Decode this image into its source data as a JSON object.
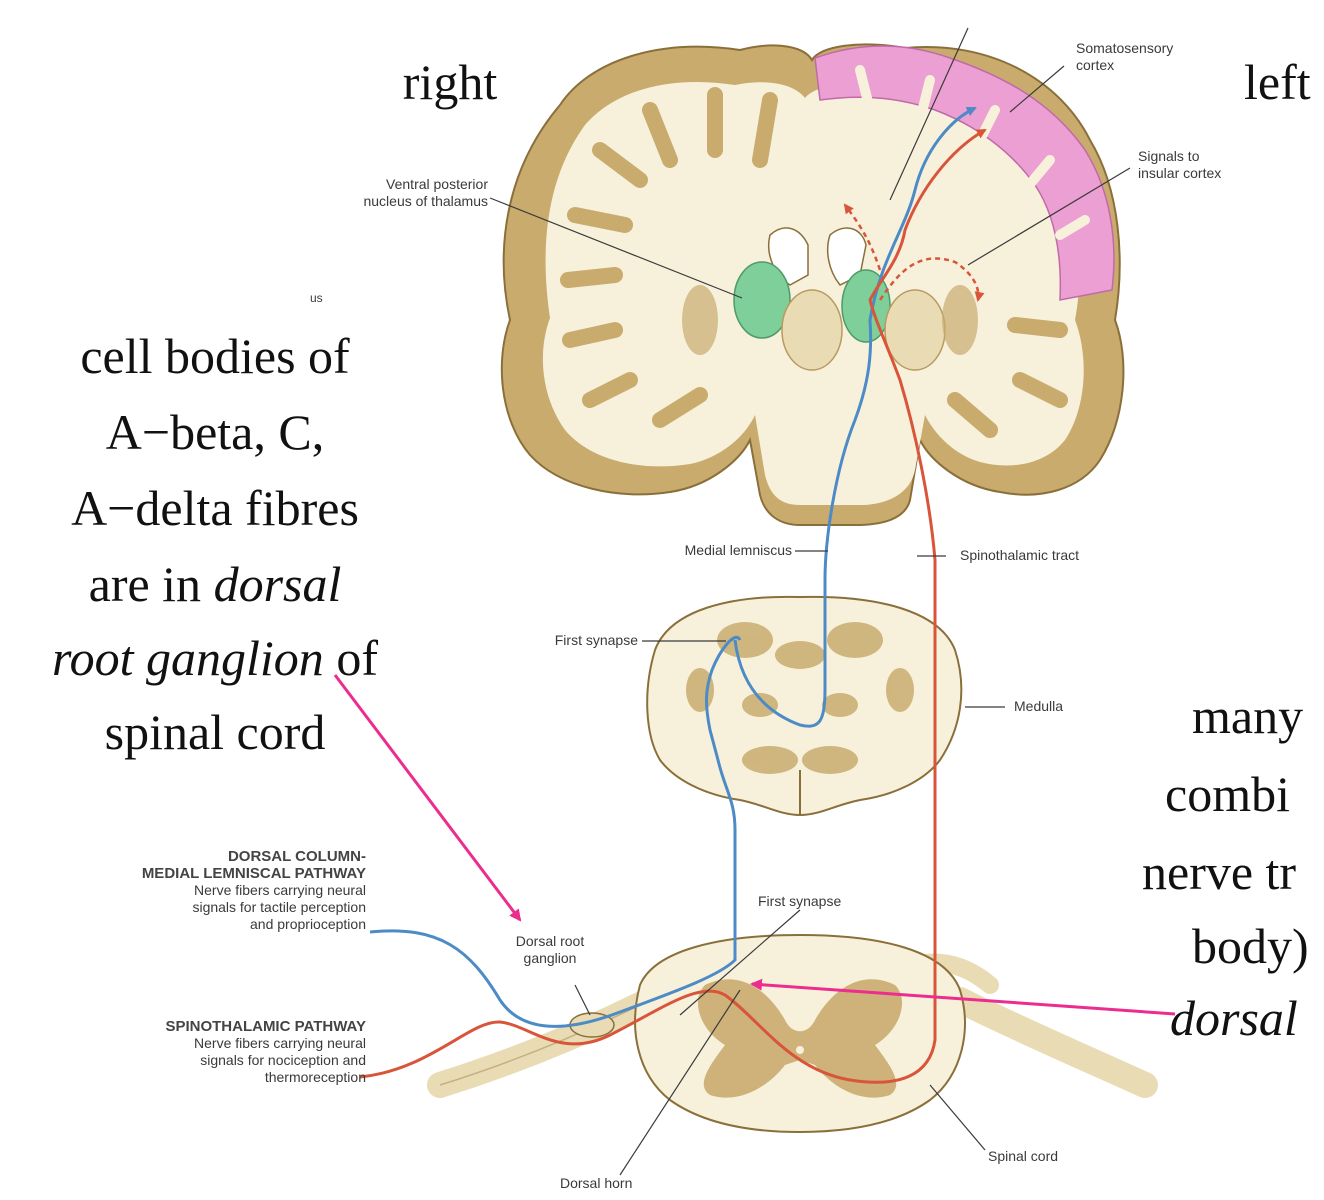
{
  "annotations": {
    "right": "right",
    "left": "left",
    "cell_bodies": {
      "line1": "cell bodies of",
      "line2": "A−beta, C,",
      "line3": "A−delta fibres",
      "line4_plain": "are in ",
      "line4_italic": "dorsal",
      "line5_italic": "root ganglion",
      "line5_plain": " of",
      "line6": "spinal cord"
    },
    "right_cut": {
      "line1": "many",
      "line2": "combi",
      "line3": "nerve tr",
      "line4": "body)",
      "line5_italic": "dorsal"
    }
  },
  "labels": {
    "somatosensory": [
      "Somatosensory",
      "cortex"
    ],
    "insular": [
      "Signals to",
      "insular cortex"
    ],
    "ventral_posterior": [
      "Ventral posterior",
      "nucleus of thalamus"
    ],
    "us": "us",
    "medial_lemniscus": "Medial lemniscus",
    "spinothalamic_tract": "Spinothalamic tract",
    "first_synapse_medulla": "First synapse",
    "medulla": "Medulla",
    "first_synapse_cord": "First synapse",
    "dorsal_root_ganglion": [
      "Dorsal root",
      "ganglion"
    ],
    "spinal_cord": "Spinal cord",
    "dorsal_horn": "Dorsal horn"
  },
  "legend": {
    "dcml_title": [
      "DORSAL COLUMN-",
      "MEDIAL LEMNISCAL PATHWAY"
    ],
    "dcml_desc": [
      "Nerve fibers carrying neural",
      "signals for tactile perception",
      "and proprioception"
    ],
    "st_title": "SPINOTHALAMIC PATHWAY",
    "st_desc": [
      "Nerve fibers carrying neural",
      "signals for nociception and",
      "thermoreception"
    ]
  },
  "colors": {
    "brain_tissue": "#c9ab6e",
    "white_matter": "#f7f1dc",
    "somatosensory_cortex": "#ec9fd2",
    "thalamus": "#7fcf9a",
    "dcml_pathway": "#4c8bc6",
    "spinothalamic_pathway": "#d9553a",
    "annotation_arrow": "#ec2c8e"
  }
}
